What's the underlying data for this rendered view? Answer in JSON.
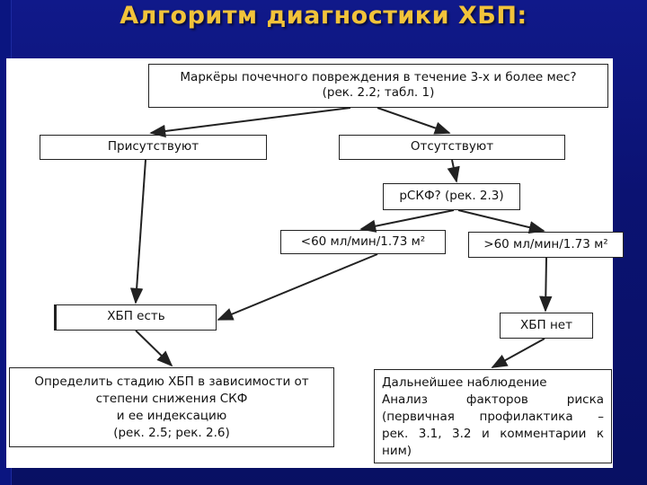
{
  "title": "Алгоритм диагностики ХБП:",
  "colors": {
    "background": "#0b1272",
    "title": "#f2c33a",
    "panel": "#ffffff",
    "line": "#222222"
  },
  "nodes": {
    "markers": {
      "lines": [
        "Маркёры почечного повреждения в течение 3-х и более мес?",
        "(рек. 2.2; табл. 1)"
      ]
    },
    "present": {
      "label": "Присутствуют"
    },
    "absent": {
      "label": "Отсутствуют"
    },
    "gfr_question": {
      "label": "рСКФ? (рек. 2.3)"
    },
    "gfr_low": {
      "label": "<60 мл/мин/1.73 м²"
    },
    "gfr_high": {
      "label": ">60 мл/мин/1.73 м²"
    },
    "ckd_yes": {
      "label": "ХБП есть"
    },
    "ckd_no": {
      "label": "ХБП нет"
    },
    "stage": {
      "lines": [
        "Определить стадию ХБП в зависимости от",
        "степени снижения СКФ",
        "и ее индексацию",
        "(рек. 2.5; рек. 2.6)"
      ]
    },
    "followup": {
      "lines": [
        "Дальнейшее наблюдение",
        "Анализ факторов риска",
        "(первичная профилактика –",
        "рек. 3.1, 3.2 и комментарии к",
        "ним)"
      ]
    }
  }
}
